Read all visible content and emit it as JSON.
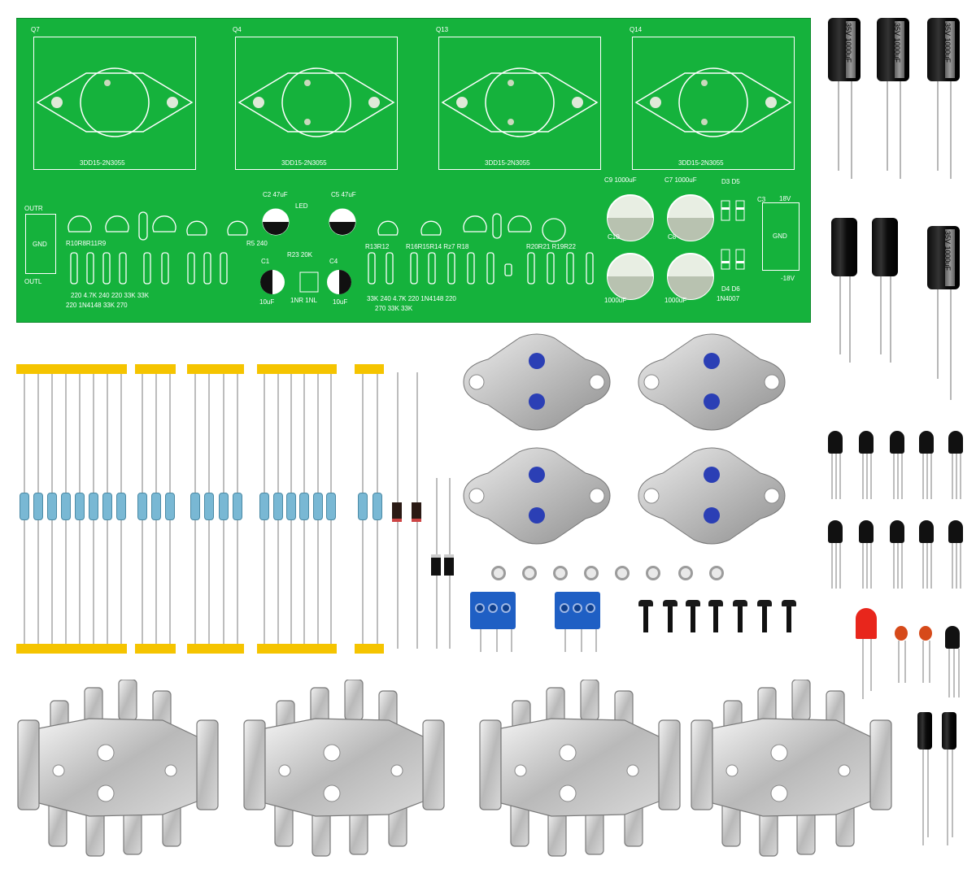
{
  "pcb": {
    "transistor_sites": [
      {
        "ref": "Q7",
        "part": "3DD15-2N3055"
      },
      {
        "ref": "Q4",
        "part": "3DD15-2N3055"
      },
      {
        "ref": "Q13",
        "part": "3DD15-2N3055"
      },
      {
        "ref": "Q14",
        "part": "3DD15-2N3055"
      }
    ],
    "small_labels": {
      "out_top": "OUTR",
      "out_bottom": "OUTL",
      "gnd": "GND",
      "v_minus": "-18V",
      "v_plus": "18V",
      "r10_r8": "R10R8R11R9",
      "r_top2": "R13R12",
      "r_mid": "R16R15R14 Rz7 R18",
      "r_right": "R20R21 R19R22",
      "rv": "R5 240",
      "r23": "R23 20K",
      "c1": "C1",
      "c4": "C4",
      "c9": "C9 1000uF",
      "c7": "C7 1000uF",
      "c10": "C10",
      "c8": "C8",
      "c2": "C2 47uF",
      "c5": "C5 47uF",
      "d3d5": "D3 D5",
      "d4d6": "D4 D6",
      "bottom_vals_left": "220   4.7K  240   220   33K   33K",
      "bottom_vals_left2": "220  1N4148 33K  270",
      "bottom_vals_right": "33K  240  4.7K  220  1N4148  220",
      "bottom_vals_right2": "270   33K  33K",
      "led": "LED",
      "c_10uf_l": "10uF",
      "c_10uf_r": "10uF",
      "cap_1000": "1000uF",
      "diode": "1N4007",
      "in": "1NR 1NL",
      "c3": "C3"
    }
  },
  "components": {
    "cap_label": "35V 1000uF"
  }
}
